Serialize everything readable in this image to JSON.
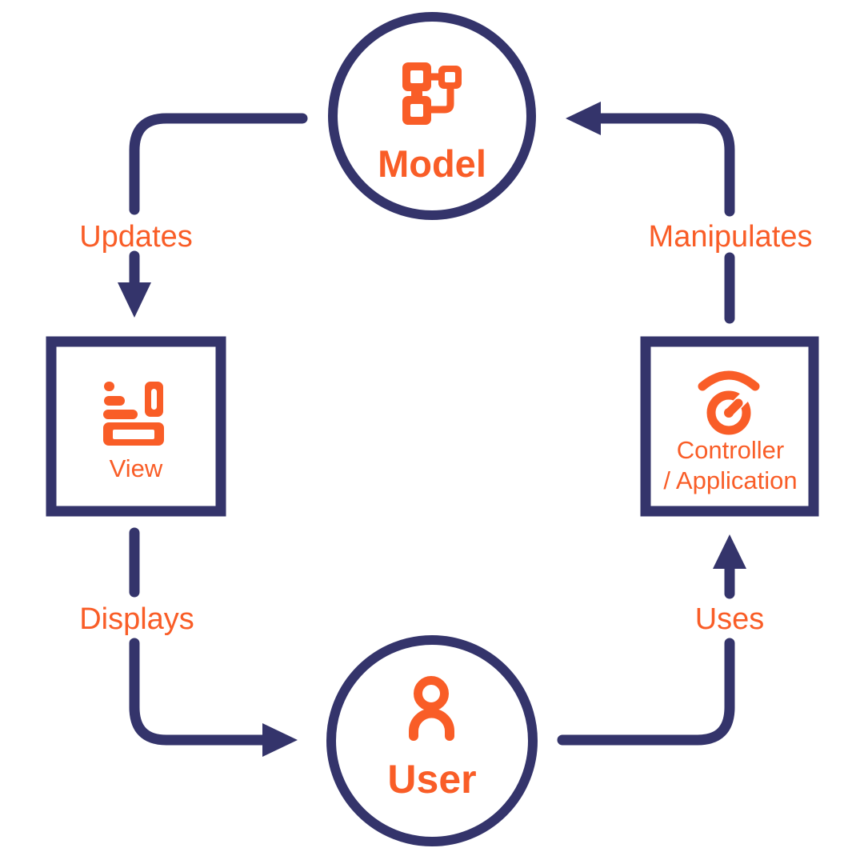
{
  "colors": {
    "navy": "#34346b",
    "orange": "#f95d27",
    "background": "#ffffff"
  },
  "nodes": {
    "model": {
      "label": "Model",
      "shape": "circle",
      "icon": "schema-icon"
    },
    "view": {
      "label": "View",
      "shape": "square",
      "icon": "layout-icon"
    },
    "controller": {
      "label_line1": "Controller",
      "label_line2": "/ Application",
      "shape": "square",
      "icon": "gauge-icon"
    },
    "user": {
      "label": "User",
      "shape": "circle",
      "icon": "person-icon"
    }
  },
  "edges": [
    {
      "id": "model-to-view",
      "from": "Model",
      "to": "View",
      "label": "Updates"
    },
    {
      "id": "view-to-user",
      "from": "View",
      "to": "User",
      "label": "Displays"
    },
    {
      "id": "user-to-controller",
      "from": "User",
      "to": "Controller / Application",
      "label": "Uses"
    },
    {
      "id": "controller-to-model",
      "from": "Controller / Application",
      "to": "Model",
      "label": "Manipulates"
    }
  ]
}
